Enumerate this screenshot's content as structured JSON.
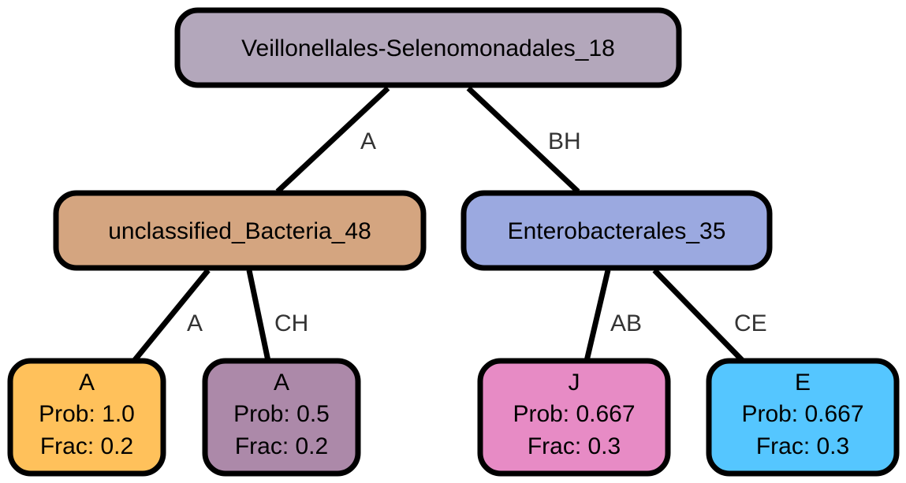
{
  "root": {
    "label": "Veillonellales-Selenomonadales_18",
    "color": "#B3A7BB"
  },
  "internal_nodes": [
    {
      "label": "unclassified_Bacteria_48",
      "color": "#D4A580"
    },
    {
      "label": "Enterobacterales_35",
      "color": "#9BA9E0"
    }
  ],
  "leaves": [
    {
      "title": "A",
      "prob": "Prob: 1.0",
      "frac": "Frac: 0.2",
      "color": "#FFC15B"
    },
    {
      "title": "A",
      "prob": "Prob: 0.5",
      "frac": "Frac: 0.2",
      "color": "#AC89A9"
    },
    {
      "title": "J",
      "prob": "Prob: 0.667",
      "frac": "Frac: 0.3",
      "color": "#E78BC5"
    },
    {
      "title": "E",
      "prob": "Prob: 0.667",
      "frac": "Frac: 0.3",
      "color": "#55C6FF"
    }
  ],
  "edge_labels": {
    "root_to_unclassified": "A",
    "root_to_entero": "BH",
    "unclassified_to_leaf1": "A",
    "unclassified_to_leaf2": "CH",
    "entero_to_leaf3": "AB",
    "entero_to_leaf4": "CE"
  }
}
